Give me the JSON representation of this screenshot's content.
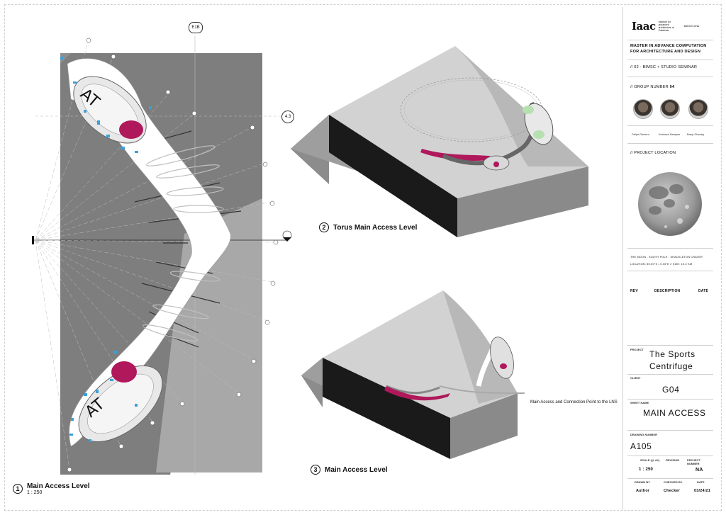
{
  "plan": {
    "grid_top": "E1B",
    "grid_right_1": "4.3",
    "label_number": "1",
    "title": "Main Access Level",
    "scale": "1 : 250"
  },
  "view2": {
    "number": "2",
    "title": "Torus Main Access Level"
  },
  "view3": {
    "number": "3",
    "title": "Main Access Level",
    "annotation": "Main Access and Connection Point to the LNS"
  },
  "titleblock": {
    "logo": "Iaac",
    "logo_sub": "Institute for advanced architecture of Catalonia",
    "logo_city": "BARCELONA",
    "program_line1": "MASTER IN ADVANCE COMPUTATION",
    "program_line2": "FOR  ARCHITECTURE  AND  DESIGN",
    "seminar": "// 02 - BIMSC + STUDIO SEMINAR",
    "group_label": "// GROUP NUMBER",
    "group_num": "04",
    "members": [
      "Felipe Romero",
      "Keshava Narayan",
      "Basyi Ghazaly"
    ],
    "project_location_label": "// PROJECT LOCATION",
    "location_line1": "THE MOON  -  SOUTH POLE  -  SHACKLETON CRATER",
    "location_line2": "LOCATION: 89.90°S  •  0.00°E     //    SIZE: 19.2 KM",
    "rev_headers": [
      "REV",
      "DESCRIPTION",
      "DATE"
    ],
    "project_label": "PROJECT",
    "project_name_1": "The Sports",
    "project_name_2": "Centrifuge",
    "client_label": "CLIENT",
    "client": "G04",
    "sheet_name_label": "SHEET NAME",
    "sheet_name": "MAIN ACCESS",
    "drawing_number_label": "DRAWING NUMBER",
    "drawing_number": "A105",
    "scale_label": "SCALE (@ A1)",
    "scale": "1 : 250",
    "revision_label": "REVISION",
    "project_number_label": "PROJECT NUMBER",
    "project_number": "NA",
    "drawn_by_label": "DRAWN BY",
    "checked_by_label": "CHECKED BY",
    "date_label": "DATE",
    "drawn_by": "Author",
    "checked_by": "Checker",
    "date": "03/24/21"
  },
  "colors": {
    "accent_magenta": "#b0185c",
    "accent_cyan": "#3aa0d8",
    "terrain": "#9a9a9a",
    "block_dark": "#1a1a1a"
  }
}
